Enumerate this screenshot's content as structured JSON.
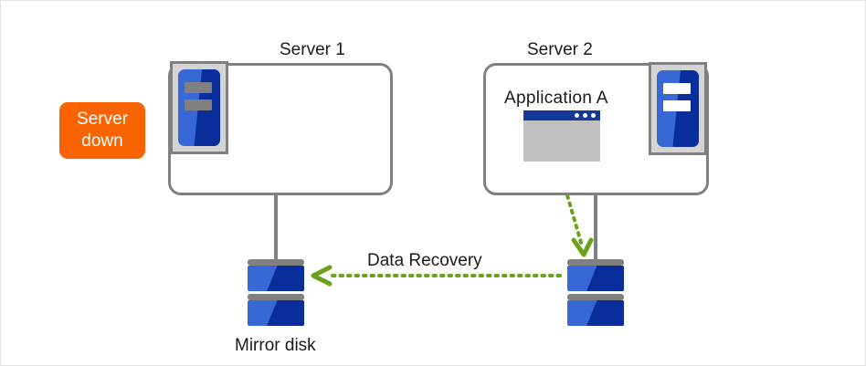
{
  "diagram": {
    "title_left": "Server 1",
    "title_right": "Server 2",
    "badge": {
      "line1": "Server",
      "line2": "down",
      "color": "#fa6400"
    },
    "application": {
      "label": "Application A",
      "icon": "application-window-icon"
    },
    "flow": {
      "data_recovery_label": "Data Recovery",
      "arrow_color": "#6aa21b",
      "arrow_style": "dotted"
    },
    "storage": {
      "mirror_disk_label": "Mirror disk",
      "disk_icon": "disk-stack-icon",
      "disk_color_light": "#3867d6",
      "disk_color_dark": "#0a2d9c",
      "cap_color": "#808080"
    },
    "server_icons": {
      "left_state": "off",
      "right_state": "on",
      "left_icon": "server-machine-disabled-icon",
      "right_icon": "server-machine-icon",
      "slash_color": "#fa6400",
      "box_border_color": "#808080"
    }
  }
}
